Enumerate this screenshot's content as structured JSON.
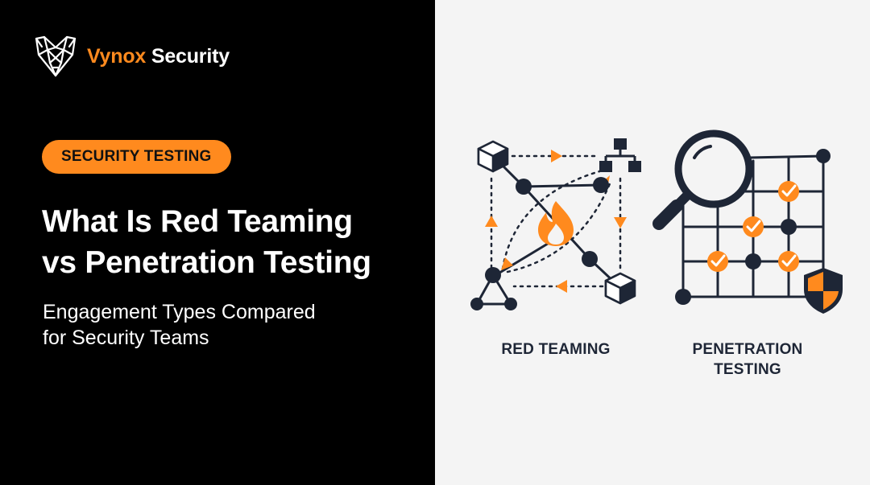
{
  "brand": {
    "name": "Vynox",
    "suffix": " Security",
    "logo_icon": "fox-head-logo"
  },
  "badge": {
    "label": "SECURITY TESTING"
  },
  "headline": {
    "line1": "What Is Red Teaming",
    "line2": "vs Penetration Testing"
  },
  "subhead": {
    "line1": "Engagement Types Compared",
    "line2": "for Security Teams"
  },
  "illustrations": {
    "red_teaming": {
      "caption": "RED TEAMING",
      "icons": [
        "cube-icon",
        "network-hierarchy-icon",
        "fire-icon",
        "triangle-network-icon",
        "cube-icon"
      ]
    },
    "penetration_testing": {
      "caption_line1": "PENETRATION",
      "caption_line2": "TESTING",
      "icons": [
        "magnifying-glass-icon",
        "grid-icon",
        "checkmark-icon",
        "shield-icon"
      ]
    }
  },
  "colors": {
    "accent": "#ff8a1e",
    "dark": "#1e2636",
    "left_background": "#000000",
    "right_background": "#f4f4f4"
  }
}
